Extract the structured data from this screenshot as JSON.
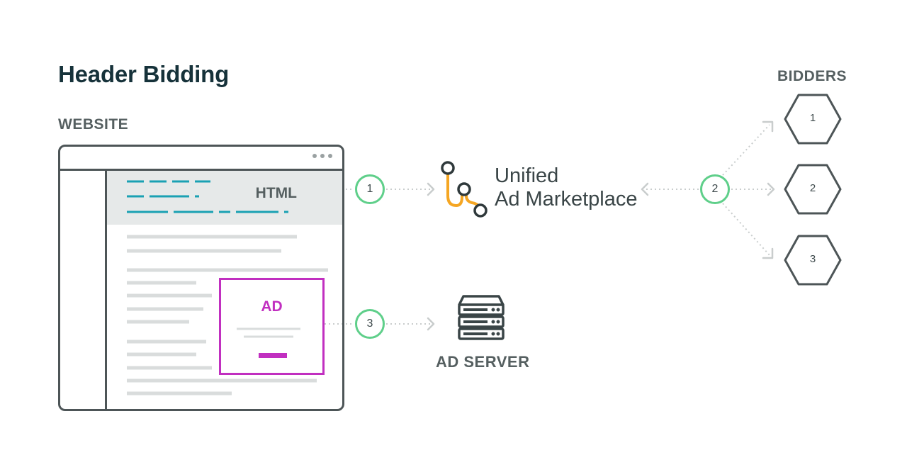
{
  "title": "Header Bidding",
  "labels": {
    "website": "WEBSITE",
    "bidders": "BIDDERS",
    "ad_server": "AD SERVER"
  },
  "browser": {
    "html_label": "HTML",
    "ad_label": "AD"
  },
  "marketplace": {
    "line1": "Unified",
    "line2": "Ad Marketplace"
  },
  "steps": [
    "1",
    "2",
    "3"
  ],
  "bidders": [
    "1",
    "2",
    "3"
  ],
  "colors": {
    "title": "#16323a",
    "step_ring": "#5fcf8a",
    "ad": "#c12fc0",
    "html_dashes": "#1aa1b3",
    "logo_orange": "#f5a623",
    "outline": "#4d5557"
  },
  "icons": {
    "marketplace": "uam-logo-icon",
    "ad_server": "server-icon"
  }
}
